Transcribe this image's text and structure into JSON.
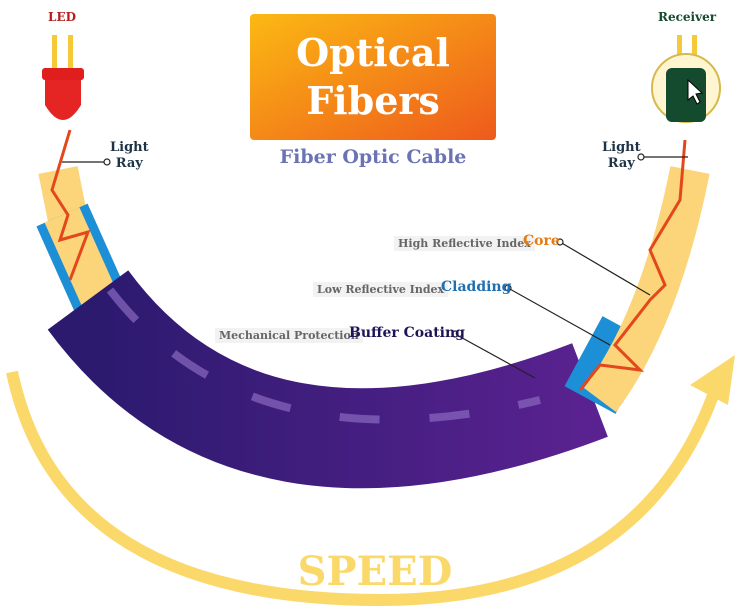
{
  "title": {
    "line1": "Optical",
    "line2": "Fibers",
    "subtitle": "Fiber Optic Cable"
  },
  "led": {
    "label": "LED"
  },
  "receiver": {
    "label": "Receiver"
  },
  "light_ray_left": {
    "line1": "Light",
    "line2": "Ray"
  },
  "light_ray_right": {
    "line1": "Light",
    "line2": "Ray"
  },
  "layers": [
    {
      "description": "High Reflective Index",
      "name": "Core",
      "color": "#e57c13"
    },
    {
      "description": "Low Reflective Index",
      "name": "Cladding",
      "color": "#1f6fb2"
    },
    {
      "description": "Mechanical Protection",
      "name": "Buffer Coating",
      "color": "#1d1456"
    }
  ],
  "speed": {
    "label": "SPEED"
  }
}
